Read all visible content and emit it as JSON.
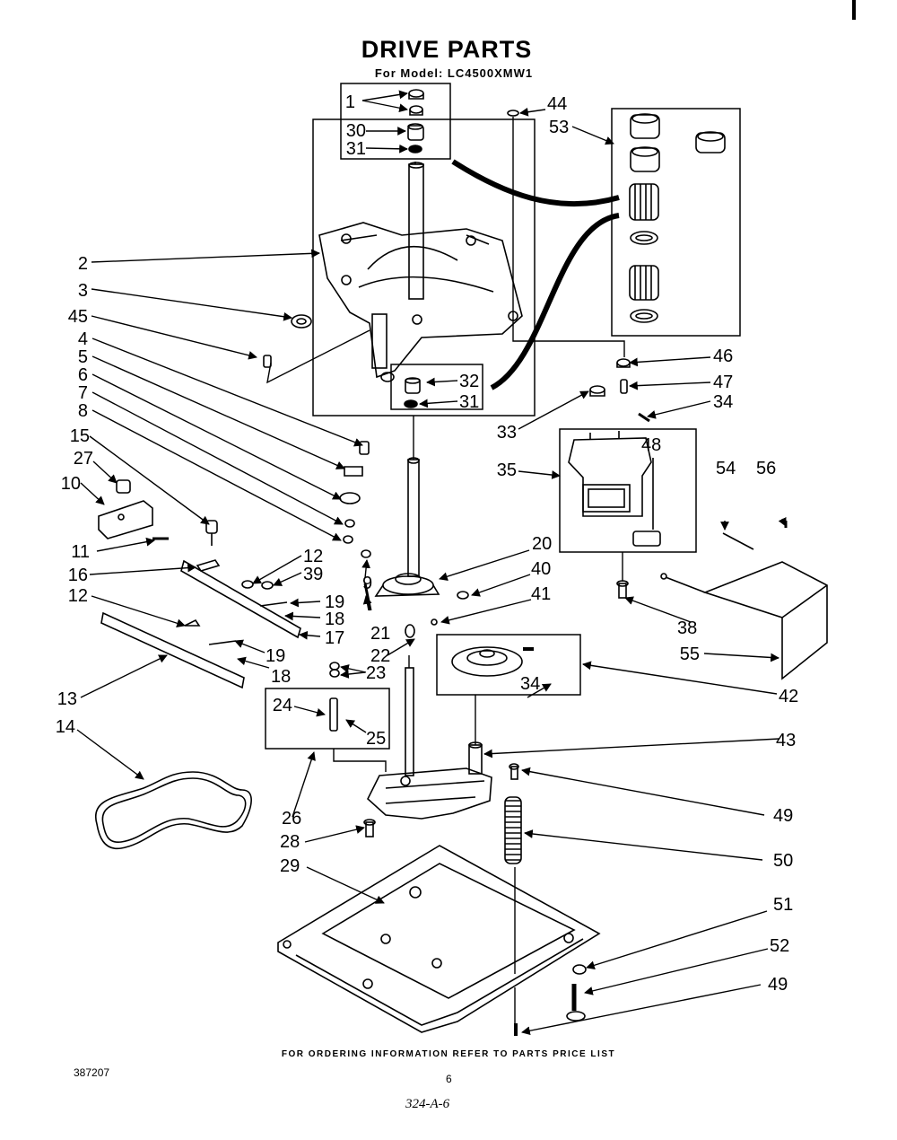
{
  "header": {
    "title": "DRIVE PARTS",
    "model": "For Model: LC4500XMW1"
  },
  "footer": {
    "ordering_note": "FOR ORDERING INFORMATION REFER TO PARTS PRICE LIST",
    "doc_code": "387207",
    "page_number": "6",
    "handwritten_note": "324-A-6"
  },
  "part_numbers": {
    "p1": "1",
    "p30": "30",
    "p31a": "31",
    "p44": "44",
    "p53": "53",
    "p2": "2",
    "p3": "3",
    "p45": "45",
    "p46": "46",
    "p47": "47",
    "p34a": "34",
    "p4": "4",
    "p5": "5",
    "p6": "6",
    "p7": "7",
    "p8": "8",
    "p32": "32",
    "p31b": "31",
    "p33": "33",
    "p35": "35",
    "p48": "48",
    "p15": "15",
    "p27": "27",
    "p10": "10",
    "p11": "11",
    "p16": "16",
    "p12a": "12",
    "p39": "39",
    "p9": "9",
    "p20": "20",
    "p40": "40",
    "p41": "41",
    "p54": "54",
    "p56": "56",
    "p12b": "12",
    "p19a": "19",
    "p18a": "18",
    "p17": "17",
    "p21": "21",
    "p19b": "19",
    "p18b": "18",
    "p22": "22",
    "p23": "23",
    "p38": "38",
    "p55": "55",
    "p13": "13",
    "p34b": "34",
    "p42": "42",
    "p24": "24",
    "p25": "25",
    "p14": "14",
    "p43": "43",
    "p26": "26",
    "p49a": "49",
    "p28": "28",
    "p50": "50",
    "p29": "29",
    "p51": "51",
    "p52": "52",
    "p49b": "49"
  }
}
